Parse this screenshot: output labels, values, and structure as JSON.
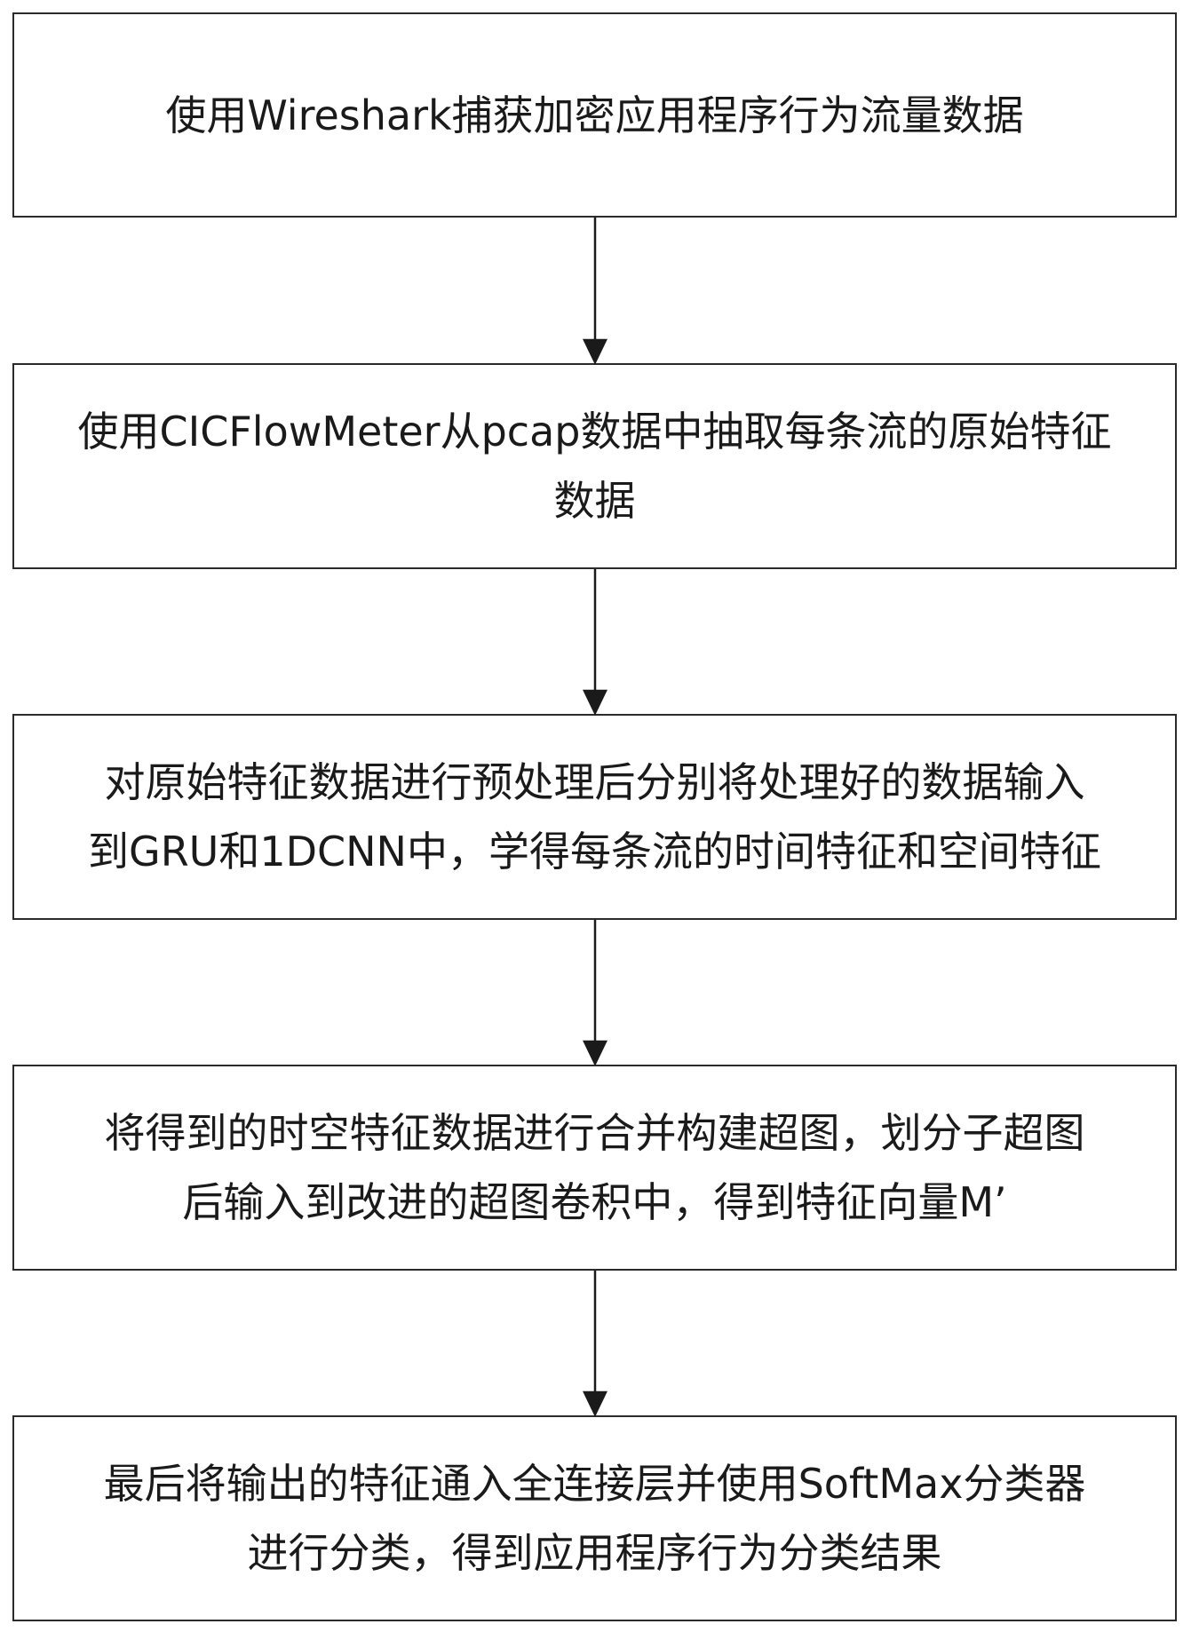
{
  "steps": [
    {
      "lines": [
        "使用Wireshark捕获加密应用程序行为流量数据"
      ]
    },
    {
      "lines": [
        "使用CICFlowMeter从pcap数据中抽取每条流的原始特征",
        "数据"
      ]
    },
    {
      "lines": [
        "对原始特征数据进行预处理后分别将处理好的数据输入",
        "到GRU和1DCNN中，学得每条流的时间特征和空间特征"
      ]
    },
    {
      "lines": [
        "将得到的时空特征数据进行合并构建超图，划分子超图",
        "后输入到改进的超图卷积中，得到特征向量M’"
      ]
    },
    {
      "lines": [
        "最后将输出的特征通入全连接层并使用SoftMax分类器",
        "进行分类，得到应用程序行为分类结果"
      ]
    }
  ]
}
